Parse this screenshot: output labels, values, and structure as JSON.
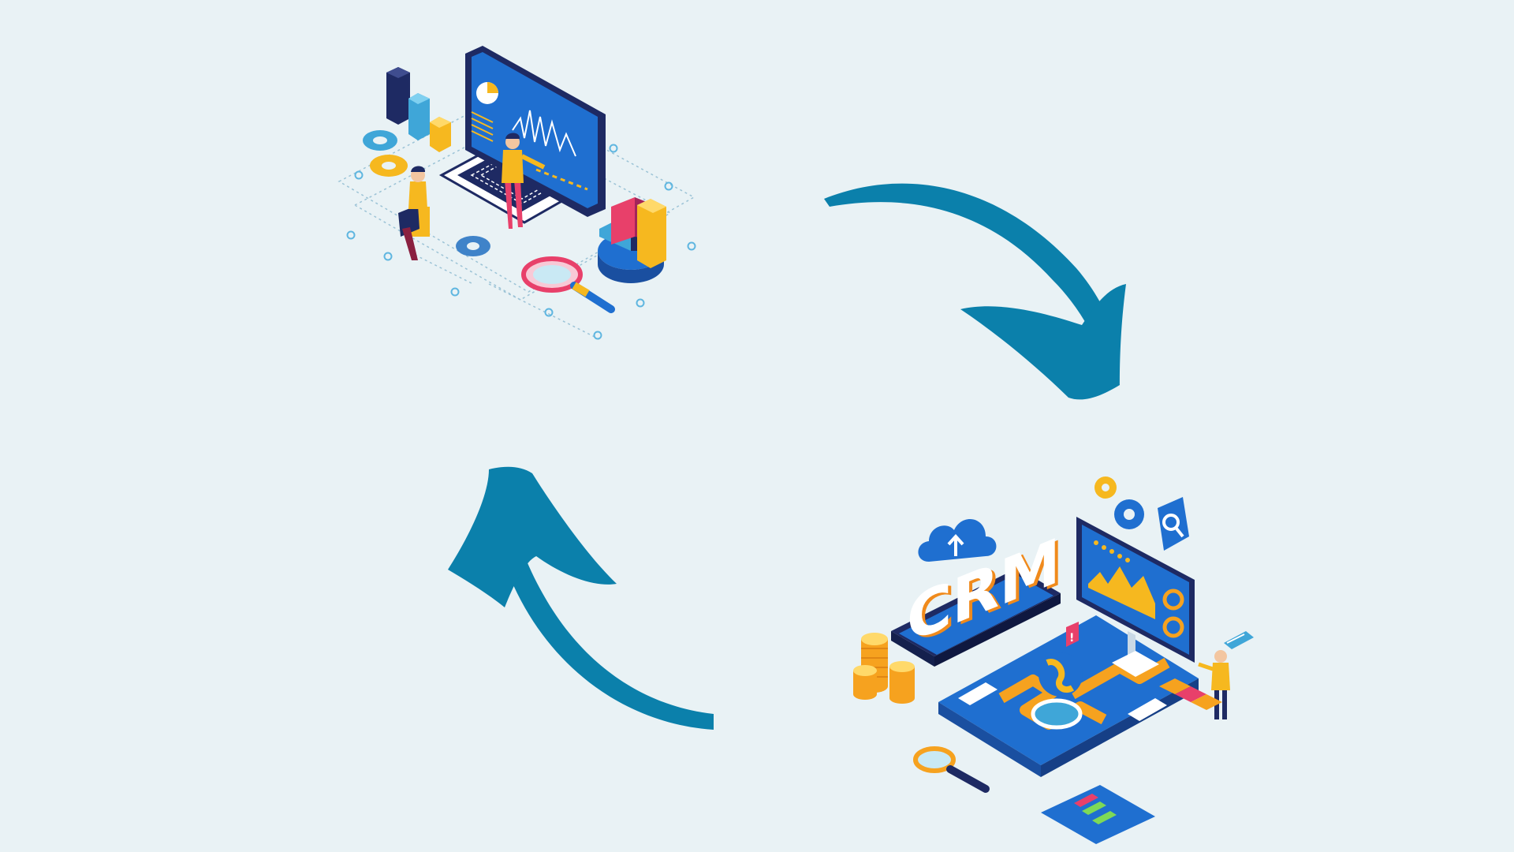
{
  "diagram": {
    "type": "cycle",
    "nodes": [
      {
        "id": "analytics",
        "illustration": "analytics-laptop-illustration"
      },
      {
        "id": "crm",
        "illustration": "crm-platform-illustration",
        "text": "CRM"
      }
    ],
    "edges": [
      {
        "from": "analytics",
        "to": "crm",
        "direction": "clockwise"
      },
      {
        "from": "crm",
        "to": "analytics",
        "direction": "clockwise"
      }
    ]
  },
  "colors": {
    "background": "#e9f2f5",
    "arrow": "#0b80ab",
    "navy": "#1e2a63",
    "blue": "#1f6fd0",
    "sky": "#3fa6d8",
    "yellow": "#f6b81f",
    "orange": "#f08a1c",
    "pink": "#e8406a",
    "white": "#ffffff"
  }
}
